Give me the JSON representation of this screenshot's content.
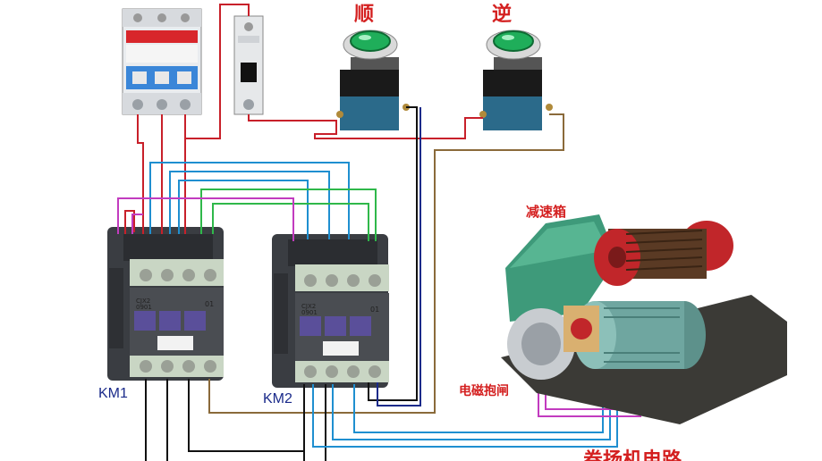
{
  "labels": {
    "forward": "顺",
    "reverse": "逆",
    "gearbox": "减速箱",
    "brake": "电磁抱闸",
    "km1": "KM1",
    "km2": "KM2",
    "bottom_caption": "卷扬机电路"
  },
  "contactors": {
    "model_line1": "CJX2",
    "model_line2": "0901",
    "aux_label": "01"
  },
  "colors": {
    "wire_red": "#c8202a",
    "wire_blue": "#1f8fd0",
    "wire_green": "#2fb84a",
    "wire_magenta": "#c23bbf",
    "wire_brown": "#8a6a3a",
    "wire_black": "#111111",
    "wire_navy": "#1a2a8a",
    "contactor_body": "#3a3d42",
    "button_green": "#1fae5a",
    "motor_teal": "#6fa6a0",
    "drum_red": "#c1262a",
    "gearbox_green": "#3e9a7a"
  }
}
